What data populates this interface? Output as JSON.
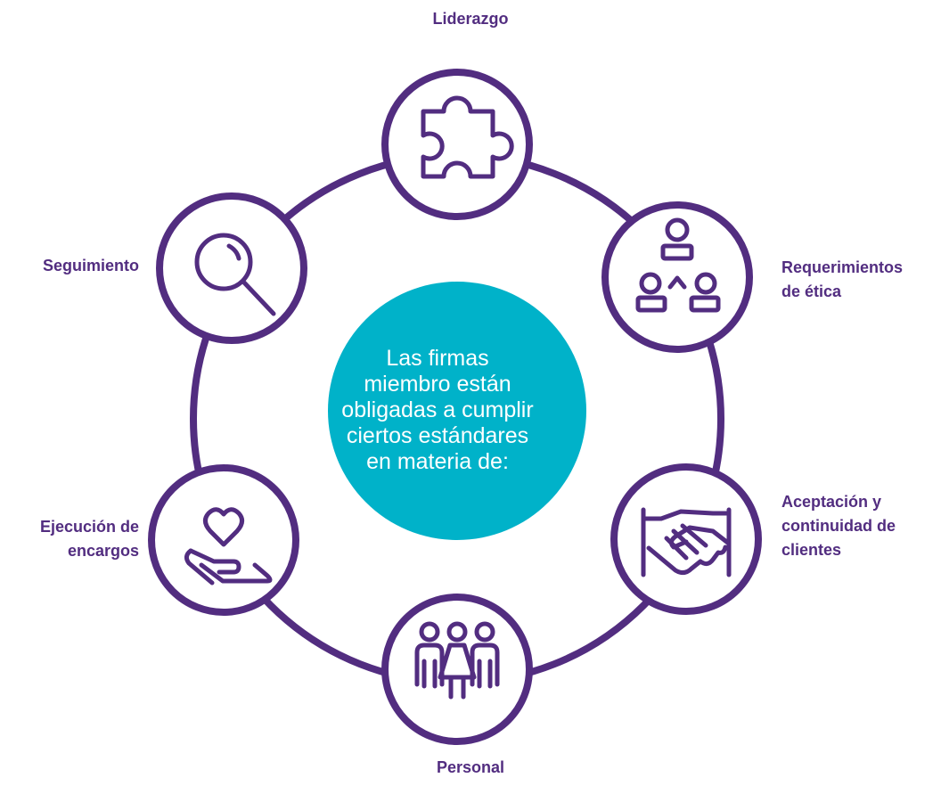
{
  "center": {
    "lines": [
      "Las firmas",
      "miembro están",
      "obligadas a cumplir",
      "ciertos estándares",
      "en materia de:"
    ]
  },
  "nodes": [
    {
      "id": "liderazgo",
      "icon": "puzzle-piece-icon",
      "lines": [
        "Liderazgo"
      ]
    },
    {
      "id": "etica",
      "icon": "hierarchy-people-icon",
      "lines": [
        "Requerimientos",
        "de ética"
      ]
    },
    {
      "id": "aceptacion",
      "icon": "handshake-icon",
      "lines": [
        "Aceptación y",
        "continuidad de",
        "clientes"
      ]
    },
    {
      "id": "personal",
      "icon": "group-people-icon",
      "lines": [
        "Personal"
      ]
    },
    {
      "id": "ejecucion",
      "icon": "heart-in-hand-icon",
      "lines": [
        "Ejecución de",
        "encargos"
      ]
    },
    {
      "id": "seguimiento",
      "icon": "magnifier-icon",
      "lines": [
        "Seguimiento"
      ]
    }
  ],
  "colors": {
    "ring": "#522D80",
    "center": "#00B2C9",
    "label": "#522D80",
    "background": "#FFFFFF"
  }
}
